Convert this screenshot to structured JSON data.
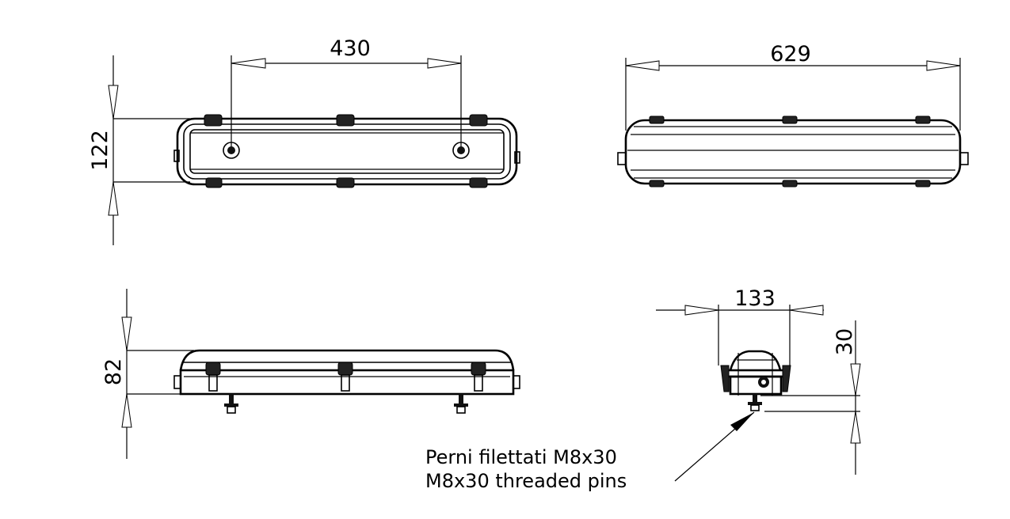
{
  "drawing": {
    "top_view": {
      "dim_length": "430",
      "dim_height": "122"
    },
    "front_view": {
      "dim_length": "629"
    },
    "side_view": {
      "dim_height": "82"
    },
    "end_view": {
      "dim_width": "133",
      "dim_pin": "30"
    },
    "note": {
      "line_it": "Perni filettati M8x30",
      "line_en": "M8x30 threaded pins"
    }
  }
}
